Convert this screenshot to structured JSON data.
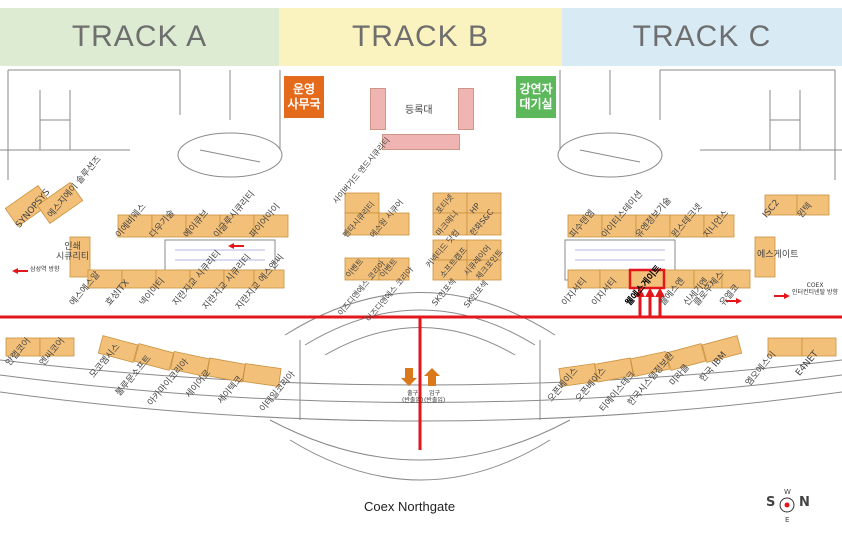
{
  "tracks": {
    "a": "TRACK A",
    "b": "TRACK B",
    "c": "TRACK C"
  },
  "offices": {
    "operations_line1": "운영",
    "operations_line2": "사무국",
    "speaker_line1": "강연자",
    "speaker_line2": "대기실",
    "registration": "등록대"
  },
  "areas": {
    "print_line1": "인쇄",
    "print_line2": "시큐리티",
    "essgate": "에스게이트"
  },
  "colors": {
    "booth": "#f3c07a",
    "booth_border": "#c9913e",
    "operations": "#e46a1c",
    "speaker": "#5cb85a",
    "registration": "#f0b4b2",
    "route": "#e3161b",
    "track_a": "#dcebd2",
    "track_b": "#faf3bf",
    "track_c": "#d8ebf5"
  },
  "booths_left_top": [
    "SYNOPSYS",
    "에스지에이 솔루션즈",
    "이에비웨스",
    "다우기술",
    "에이큐브",
    "이글루시큐리티",
    "파이어아이"
  ],
  "booths_left_bottom": [
    "에스에스알",
    "효성ITX",
    "넥이이티",
    "지란지교 시큐리티",
    "지란지교 시큐리티",
    "지란지교 에스앤씨"
  ],
  "booths_center_top": [
    "사이버가드 엔드시큐리티",
    "펜타시큐리티",
    "에스원 시큐어",
    "포티넷",
    "HP",
    "마크애니",
    "한화S&C"
  ],
  "booths_center_bottom": [
    "이벤트",
    "이벤트",
    "커넥티드 닷컴",
    "소프트캠프",
    "시큐레이어",
    "체크포인트",
    "이즈디앤에스 코리아",
    "이즈디앤에스 코리아",
    "SK인포섹",
    "SK인포섹"
  ],
  "booths_right_top": [
    "피수텐엠",
    "아이티스테이션",
    "유엔정보기술",
    "윈스테크넷",
    "지니언스",
    "ISC2",
    "윈텍"
  ],
  "booths_right_bottom": [
    "이지서티",
    "이지서티",
    "웰에스게이트",
    "웰에스엔",
    "신세기엔",
    "클로우체스",
    "유엘코"
  ],
  "booths_lower_left": [
    "안랩코어",
    "엔씨코어",
    "모코엠시스",
    "불루문소프트",
    "아카마이코리아",
    "세이어로",
    "세이텍코",
    "이테일코리아"
  ],
  "booths_lower_right": [
    "오픈베이스",
    "오픈베이스",
    "티에이스테크",
    "한국시스템정보원",
    "미라클",
    "한국 IBM",
    "엠오에스이",
    "E4NET"
  ],
  "highlight_booth": "웰에스게이트",
  "exits": {
    "in_label": "출구",
    "in_sub": "(반출입)",
    "out_label": "입구",
    "out_sub": "(반출입)"
  },
  "gangnam_sign": "삼성역 방향",
  "coex_sign_line1": "COEX",
  "coex_sign_line2": "인터컨티넨탈 방향",
  "northgate": "Coex Northgate",
  "compass": {
    "n": "N",
    "s": "S",
    "e": "E",
    "w": "W"
  }
}
